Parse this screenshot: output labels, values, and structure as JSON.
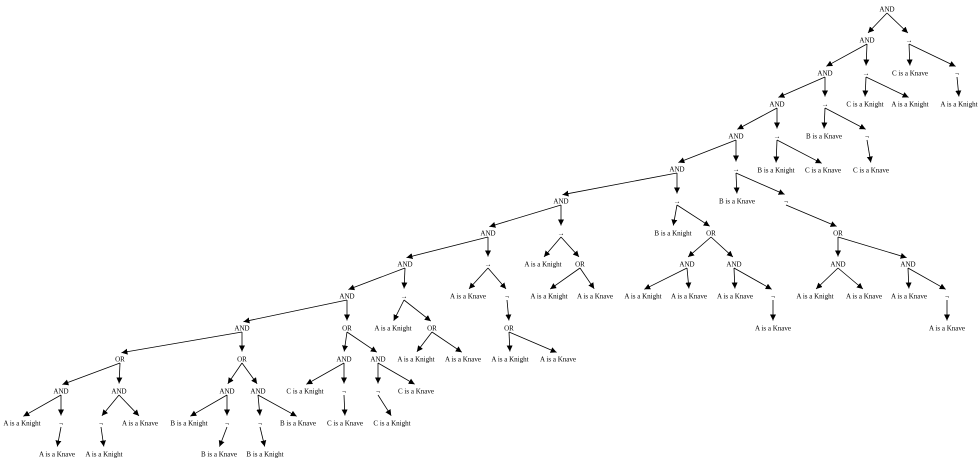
{
  "nodes": [
    {
      "id": "n0",
      "label": "AND"
    },
    {
      "id": "n1",
      "label": "AND"
    },
    {
      "id": "n2",
      "label": "→"
    },
    {
      "id": "n3",
      "label": "C is a Knave"
    },
    {
      "id": "n4",
      "label": "¬"
    },
    {
      "id": "n5",
      "label": "A is a Knight"
    },
    {
      "id": "n6",
      "label": "AND"
    },
    {
      "id": "n7",
      "label": "→"
    },
    {
      "id": "n8",
      "label": "C is a Knight"
    },
    {
      "id": "n9",
      "label": "A is a Knight"
    },
    {
      "id": "n10",
      "label": "AND"
    },
    {
      "id": "n11",
      "label": "→"
    },
    {
      "id": "n12",
      "label": "B is a Knave"
    },
    {
      "id": "n13",
      "label": "¬"
    },
    {
      "id": "n14",
      "label": "C is a Knave"
    },
    {
      "id": "n15",
      "label": "AND"
    },
    {
      "id": "n16",
      "label": "→"
    },
    {
      "id": "n17",
      "label": "B is a Knight"
    },
    {
      "id": "n18",
      "label": "C is a Knave"
    },
    {
      "id": "n19",
      "label": "AND"
    },
    {
      "id": "n20",
      "label": "→"
    },
    {
      "id": "n21",
      "label": "B is a Knave"
    },
    {
      "id": "n22",
      "label": "¬"
    },
    {
      "id": "n23",
      "label": "OR"
    },
    {
      "id": "n24",
      "label": "AND"
    },
    {
      "id": "n25",
      "label": "A is a Knight"
    },
    {
      "id": "n26",
      "label": "A is a Knave"
    },
    {
      "id": "n27",
      "label": "AND"
    },
    {
      "id": "n28",
      "label": "A is a Knave"
    },
    {
      "id": "n29",
      "label": "¬"
    },
    {
      "id": "n30",
      "label": "A is a Knave"
    },
    {
      "id": "n31",
      "label": "AND"
    },
    {
      "id": "n32",
      "label": "→"
    },
    {
      "id": "n33",
      "label": "B is a Knight"
    },
    {
      "id": "n34",
      "label": "OR"
    },
    {
      "id": "n35",
      "label": "AND"
    },
    {
      "id": "n36",
      "label": "A is a Knight"
    },
    {
      "id": "n37",
      "label": "A is a Knave"
    },
    {
      "id": "n38",
      "label": "AND"
    },
    {
      "id": "n39",
      "label": "A is a Knave"
    },
    {
      "id": "n40",
      "label": "¬"
    },
    {
      "id": "n41",
      "label": "A is a Knave"
    },
    {
      "id": "n42",
      "label": "AND"
    },
    {
      "id": "n43",
      "label": "→"
    },
    {
      "id": "n44",
      "label": "A is a Knight"
    },
    {
      "id": "n45",
      "label": "OR"
    },
    {
      "id": "n46",
      "label": "A is a Knight"
    },
    {
      "id": "n47",
      "label": "A is a Knave"
    },
    {
      "id": "n48",
      "label": "AND"
    },
    {
      "id": "n49",
      "label": "→"
    },
    {
      "id": "n50",
      "label": "A is a Knave"
    },
    {
      "id": "n51",
      "label": "¬"
    },
    {
      "id": "n52",
      "label": "OR"
    },
    {
      "id": "n53",
      "label": "A is a Knight"
    },
    {
      "id": "n54",
      "label": "A is a Knave"
    },
    {
      "id": "n55",
      "label": "AND"
    },
    {
      "id": "n56",
      "label": "→"
    },
    {
      "id": "n57",
      "label": "A is a Knight"
    },
    {
      "id": "n58",
      "label": "OR"
    },
    {
      "id": "n59",
      "label": "A is a Knight"
    },
    {
      "id": "n60",
      "label": "A is a Knave"
    },
    {
      "id": "n61",
      "label": "AND"
    },
    {
      "id": "n62",
      "label": "OR"
    },
    {
      "id": "n63",
      "label": "AND"
    },
    {
      "id": "n64",
      "label": "C is a Knight"
    },
    {
      "id": "n65",
      "label": "¬"
    },
    {
      "id": "n66",
      "label": "C is a Knave"
    },
    {
      "id": "n67",
      "label": "AND"
    },
    {
      "id": "n68",
      "label": "¬"
    },
    {
      "id": "n69",
      "label": "C is a Knight"
    },
    {
      "id": "n70",
      "label": "C is a Knave"
    },
    {
      "id": "n71",
      "label": "OR"
    },
    {
      "id": "n72",
      "label": "OR"
    },
    {
      "id": "n73",
      "label": "AND"
    },
    {
      "id": "n74",
      "label": "A is a Knight"
    },
    {
      "id": "n75",
      "label": "¬"
    },
    {
      "id": "n76",
      "label": "A is a Knave"
    },
    {
      "id": "n77",
      "label": "AND"
    },
    {
      "id": "n78",
      "label": "¬"
    },
    {
      "id": "n79",
      "label": "A is a Knight"
    },
    {
      "id": "n80",
      "label": "A is a Knave"
    },
    {
      "id": "n81",
      "label": "AND"
    },
    {
      "id": "n82",
      "label": "B is a Knight"
    },
    {
      "id": "n83",
      "label": "¬"
    },
    {
      "id": "n84",
      "label": "B is a Knave"
    },
    {
      "id": "n85",
      "label": "AND"
    },
    {
      "id": "n86",
      "label": "¬"
    },
    {
      "id": "n87",
      "label": "B is a Knight"
    },
    {
      "id": "n88",
      "label": "B is a Knave"
    }
  ],
  "edges": [
    [
      "n0",
      "n1"
    ],
    [
      "n0",
      "n2"
    ],
    [
      "n2",
      "n3"
    ],
    [
      "n2",
      "n4"
    ],
    [
      "n4",
      "n5"
    ],
    [
      "n1",
      "n6"
    ],
    [
      "n1",
      "n7"
    ],
    [
      "n7",
      "n8"
    ],
    [
      "n7",
      "n9"
    ],
    [
      "n6",
      "n10"
    ],
    [
      "n6",
      "n11"
    ],
    [
      "n11",
      "n12"
    ],
    [
      "n11",
      "n13"
    ],
    [
      "n13",
      "n14"
    ],
    [
      "n10",
      "n15"
    ],
    [
      "n10",
      "n16"
    ],
    [
      "n16",
      "n17"
    ],
    [
      "n16",
      "n18"
    ],
    [
      "n15",
      "n19"
    ],
    [
      "n15",
      "n20"
    ],
    [
      "n20",
      "n21"
    ],
    [
      "n20",
      "n22"
    ],
    [
      "n22",
      "n23"
    ],
    [
      "n23",
      "n24"
    ],
    [
      "n23",
      "n27"
    ],
    [
      "n24",
      "n25"
    ],
    [
      "n24",
      "n26"
    ],
    [
      "n27",
      "n28"
    ],
    [
      "n27",
      "n29"
    ],
    [
      "n29",
      "n30"
    ],
    [
      "n19",
      "n31"
    ],
    [
      "n19",
      "n32"
    ],
    [
      "n32",
      "n33"
    ],
    [
      "n32",
      "n34"
    ],
    [
      "n34",
      "n35"
    ],
    [
      "n34",
      "n38"
    ],
    [
      "n35",
      "n36"
    ],
    [
      "n35",
      "n37"
    ],
    [
      "n38",
      "n39"
    ],
    [
      "n38",
      "n40"
    ],
    [
      "n40",
      "n41"
    ],
    [
      "n31",
      "n42"
    ],
    [
      "n31",
      "n43"
    ],
    [
      "n43",
      "n44"
    ],
    [
      "n43",
      "n45"
    ],
    [
      "n45",
      "n46"
    ],
    [
      "n45",
      "n47"
    ],
    [
      "n42",
      "n48"
    ],
    [
      "n42",
      "n49"
    ],
    [
      "n49",
      "n50"
    ],
    [
      "n49",
      "n51"
    ],
    [
      "n51",
      "n52"
    ],
    [
      "n52",
      "n53"
    ],
    [
      "n52",
      "n54"
    ],
    [
      "n48",
      "n55"
    ],
    [
      "n48",
      "n56"
    ],
    [
      "n56",
      "n57"
    ],
    [
      "n56",
      "n58"
    ],
    [
      "n58",
      "n59"
    ],
    [
      "n58",
      "n60"
    ],
    [
      "n55",
      "n61"
    ],
    [
      "n55",
      "n62"
    ],
    [
      "n62",
      "n63"
    ],
    [
      "n62",
      "n67"
    ],
    [
      "n63",
      "n64"
    ],
    [
      "n63",
      "n65"
    ],
    [
      "n65",
      "n66"
    ],
    [
      "n67",
      "n68"
    ],
    [
      "n67",
      "n70"
    ],
    [
      "n68",
      "n69"
    ],
    [
      "n61",
      "n71"
    ],
    [
      "n61",
      "n72"
    ],
    [
      "n71",
      "n73"
    ],
    [
      "n71",
      "n77"
    ],
    [
      "n73",
      "n74"
    ],
    [
      "n73",
      "n75"
    ],
    [
      "n75",
      "n76"
    ],
    [
      "n77",
      "n78"
    ],
    [
      "n77",
      "n80"
    ],
    [
      "n78",
      "n79"
    ],
    [
      "n72",
      "n81"
    ],
    [
      "n72",
      "n85"
    ],
    [
      "n81",
      "n82"
    ],
    [
      "n81",
      "n83"
    ],
    [
      "n83",
      "n84"
    ],
    [
      "n85",
      "n86"
    ],
    [
      "n85",
      "n88"
    ],
    [
      "n86",
      "n87"
    ]
  ]
}
